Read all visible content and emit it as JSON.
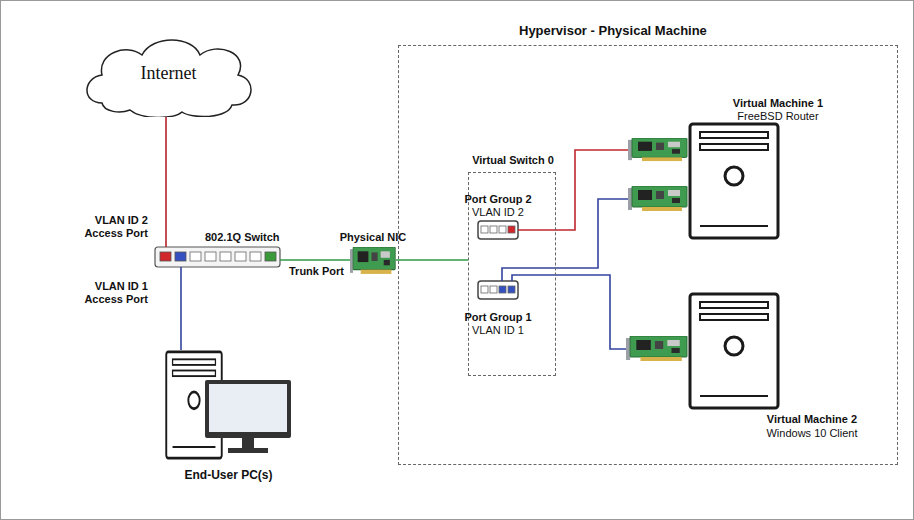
{
  "diagram": {
    "nodes": [
      {
        "text": [
          "Internet"
        ]
      },
      {
        "text": [
          "802.1Q Switch"
        ]
      },
      {
        "text": [
          "End-User PC(s)"
        ]
      },
      {
        "text": [
          "Physical NIC"
        ]
      },
      {
        "text": [
          "Hypervisor - Physical Machine"
        ]
      },
      {
        "text": [
          "Virtual Switch 0"
        ],
        "in": 4
      },
      {
        "text": [
          "Port Group 2",
          "VLAN ID 2"
        ],
        "in": 5
      },
      {
        "text": [
          "Port Group 1",
          "VLAN ID 1"
        ],
        "in": 5
      },
      {
        "text": [
          "Virtual Machine 1",
          "FreeBSD Router"
        ],
        "in": 4
      },
      {
        "text": [
          "Virtual Machine 2",
          "Windows 10 Client"
        ],
        "in": 4
      }
    ],
    "edges": [
      {
        "from": 0,
        "to": 1,
        "arrow": "none"
      },
      {
        "from": 1,
        "to": 2,
        "arrow": "none"
      },
      {
        "from": 1,
        "to": 3,
        "label": "Trunk Port",
        "arrow": "none"
      },
      {
        "from": 3,
        "to": 5,
        "arrow": "none"
      },
      {
        "from": 6,
        "to": 8,
        "arrow": "none"
      },
      {
        "from": 7,
        "to": 8,
        "arrow": "none"
      },
      {
        "from": 7,
        "to": 9,
        "arrow": "none"
      }
    ],
    "labels": [
      "VLAN ID 2 Access Port",
      "VLAN ID 1 Access Port"
    ]
  }
}
